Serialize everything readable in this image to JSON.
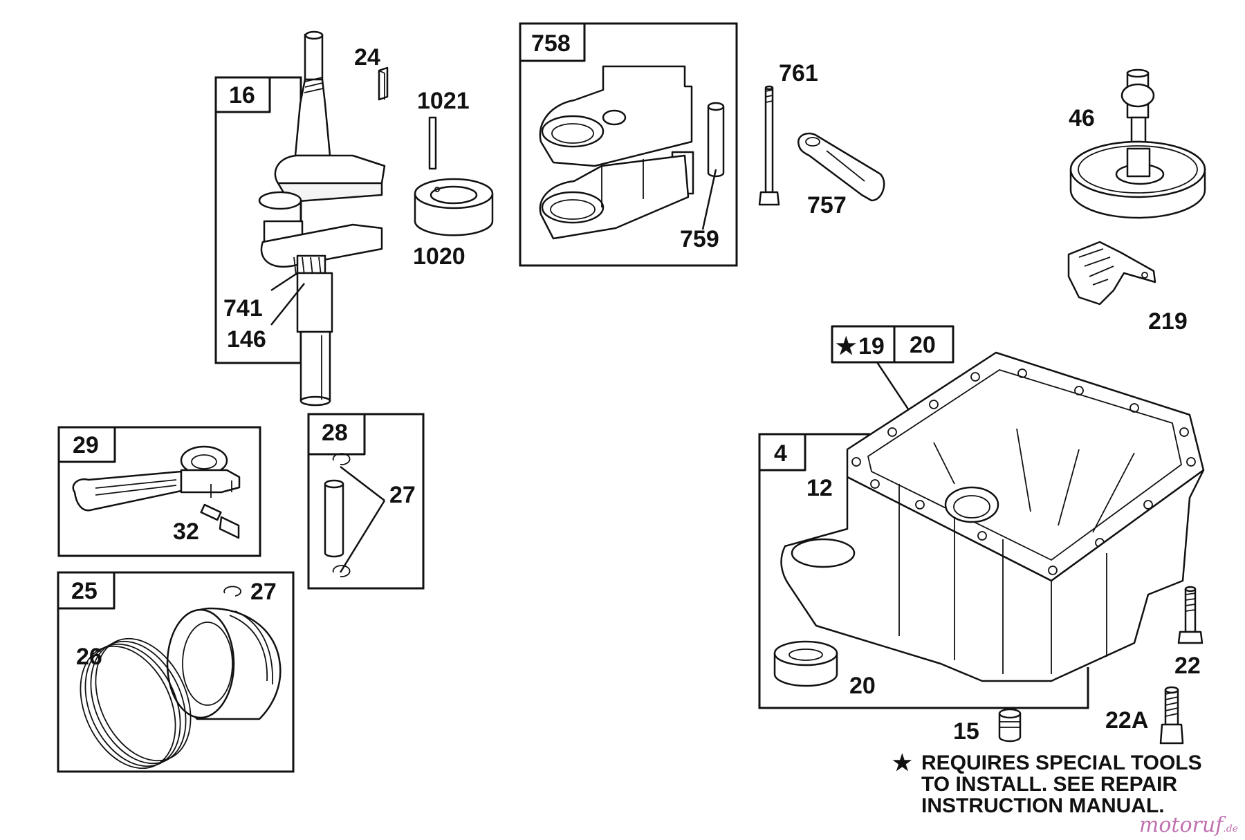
{
  "diagram": {
    "labels": {
      "crankshaft_box": "16",
      "key": "24",
      "pin": "1021",
      "sleeve": "1020",
      "gear_a": "741",
      "gear_b": "146",
      "governor_box": "758",
      "gov_sleeve": "759",
      "bolt": "761",
      "lever": "757",
      "camshaft": "46",
      "governor_assy": "219",
      "conrod_box": "29",
      "conrod_screw": "32",
      "pin_box": "28",
      "retainer_pair": "27",
      "piston_box": "25",
      "retainer_single": "27",
      "rings": "26",
      "seal_box_a": "19",
      "seal_box_b": "20",
      "sump_box": "4",
      "gasket": "12",
      "oil_seal": "20",
      "screw_a": "22",
      "screw_b": "22A",
      "drain_plug": "15"
    },
    "star_symbol": "★"
  },
  "note": {
    "star": "★",
    "lines": [
      "REQUIRES SPECIAL TOOLS",
      "TO INSTALL.  SEE REPAIR",
      "INSTRUCTION MANUAL."
    ]
  },
  "watermark": {
    "text": "motoruf",
    "suffix": ".de"
  }
}
